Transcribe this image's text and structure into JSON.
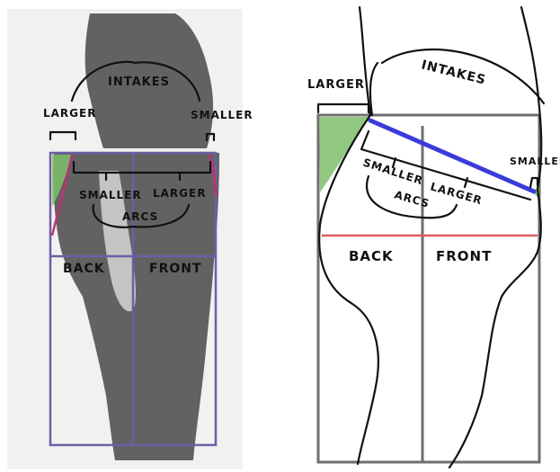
{
  "left_panel": {
    "intakes_label": "INTAKES",
    "larger_label": "LARGER",
    "smaller_label": "SMALLER",
    "arc_smaller_label": "SMALLER",
    "arc_larger_label": "LARGER",
    "arcs_label": "ARCS",
    "back_label": "BACK",
    "front_label": "FRONT"
  },
  "right_panel": {
    "intakes_label": "INTAKES",
    "larger_label": "LARGER",
    "smaller_label": "SMALLER",
    "arc_smaller_label": "SMALLER",
    "arc_larger_label": "LARGER",
    "arcs_label": "ARCS",
    "back_label": "BACK",
    "front_label": "FRONT"
  },
  "colors": {
    "intake_fill": "#7fbf6a",
    "waist_line": "#3b3bdc",
    "hip_line": "#e05a5a",
    "grid_left": "#6b5fa6",
    "grid_right": "#6f6f6f",
    "arc_pink": "#c0307a"
  }
}
